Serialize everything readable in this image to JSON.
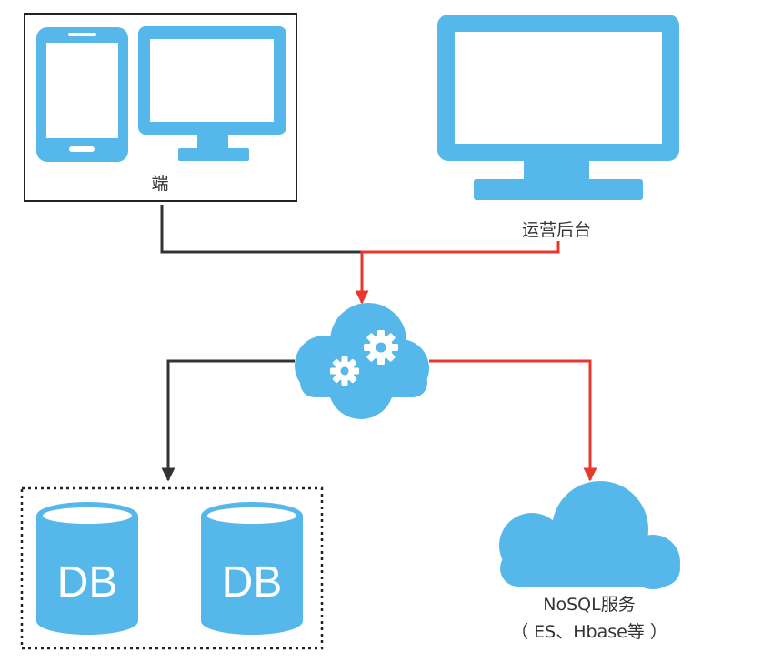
{
  "colors": {
    "icon": "#56b8ea",
    "arrow_dark": "#333333",
    "arrow_red": "#e8372b",
    "box_border": "#222222",
    "background": "#ffffff"
  },
  "nodes": {
    "client": {
      "label": "端",
      "icons": [
        "phone-icon",
        "monitor-icon"
      ]
    },
    "admin": {
      "label": "运营后台",
      "icon": "monitor-icon"
    },
    "service": {
      "icon": "cloud-gears-icon"
    },
    "databases": {
      "items": [
        {
          "label": "DB"
        },
        {
          "label": "DB"
        }
      ],
      "icon": "database-icon"
    },
    "nosql": {
      "label_line1": "NoSQL服务",
      "label_line2": "（ ES、Hbase等 ）",
      "icon": "cloud-icon"
    }
  },
  "edges": [
    {
      "from": "client",
      "to": "service",
      "color": "arrow_dark"
    },
    {
      "from": "admin",
      "to": "service",
      "color": "arrow_red"
    },
    {
      "from": "service",
      "to": "databases",
      "color": "arrow_dark"
    },
    {
      "from": "service",
      "to": "nosql",
      "color": "arrow_red"
    }
  ]
}
